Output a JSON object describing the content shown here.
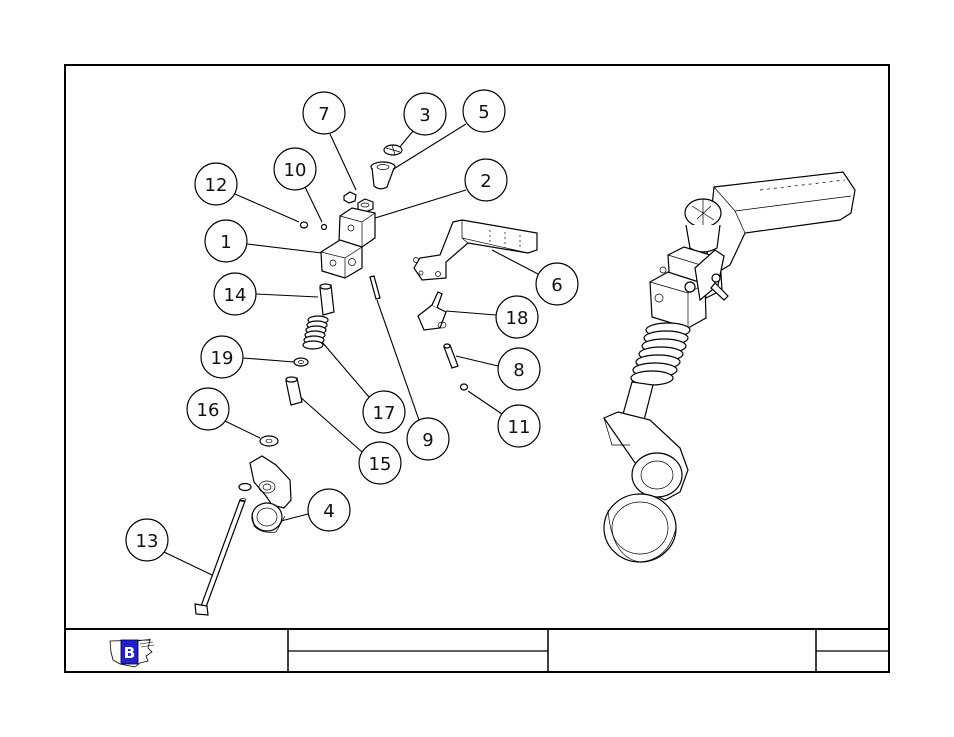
{
  "drawing": {
    "type": "exploded parts diagram",
    "callouts": [
      {
        "id": "c1",
        "label": "1"
      },
      {
        "id": "c2",
        "label": "2"
      },
      {
        "id": "c3",
        "label": "3"
      },
      {
        "id": "c4",
        "label": "4"
      },
      {
        "id": "c5",
        "label": "5"
      },
      {
        "id": "c6",
        "label": "6"
      },
      {
        "id": "c7",
        "label": "7"
      },
      {
        "id": "c8",
        "label": "8"
      },
      {
        "id": "c9",
        "label": "9"
      },
      {
        "id": "c10",
        "label": "10"
      },
      {
        "id": "c11",
        "label": "11"
      },
      {
        "id": "c12",
        "label": "12"
      },
      {
        "id": "c13",
        "label": "13"
      },
      {
        "id": "c14",
        "label": "14"
      },
      {
        "id": "c15",
        "label": "15"
      },
      {
        "id": "c16",
        "label": "16"
      },
      {
        "id": "c17",
        "label": "17"
      },
      {
        "id": "c18",
        "label": "18"
      },
      {
        "id": "c19",
        "label": "19"
      }
    ]
  },
  "title_block": {
    "logo_letter": "B",
    "logo_colors": {
      "primary": "#1f1fd6",
      "outline": "#000000"
    }
  }
}
